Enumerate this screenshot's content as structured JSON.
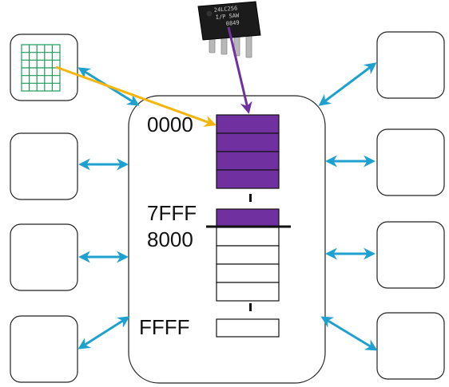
{
  "diagram": {
    "address_labels": {
      "start": "0000",
      "lower_end": "7FFF",
      "upper_start": "8000",
      "end": "FFFF"
    },
    "chip": {
      "markings": [
        "24LC256",
        "I/P SAW",
        "0849"
      ]
    },
    "colors": {
      "filled_block": "#7030a0",
      "bidirectional_arrow": "#1ea1cf",
      "grid_arrow": "#f5b50b",
      "chip_arrow": "#7030a0",
      "grid_lines": "#1e9a5a"
    },
    "icons": {
      "grid_device": "grid-icon",
      "chip_device": "eeprom-chip-icon"
    }
  }
}
